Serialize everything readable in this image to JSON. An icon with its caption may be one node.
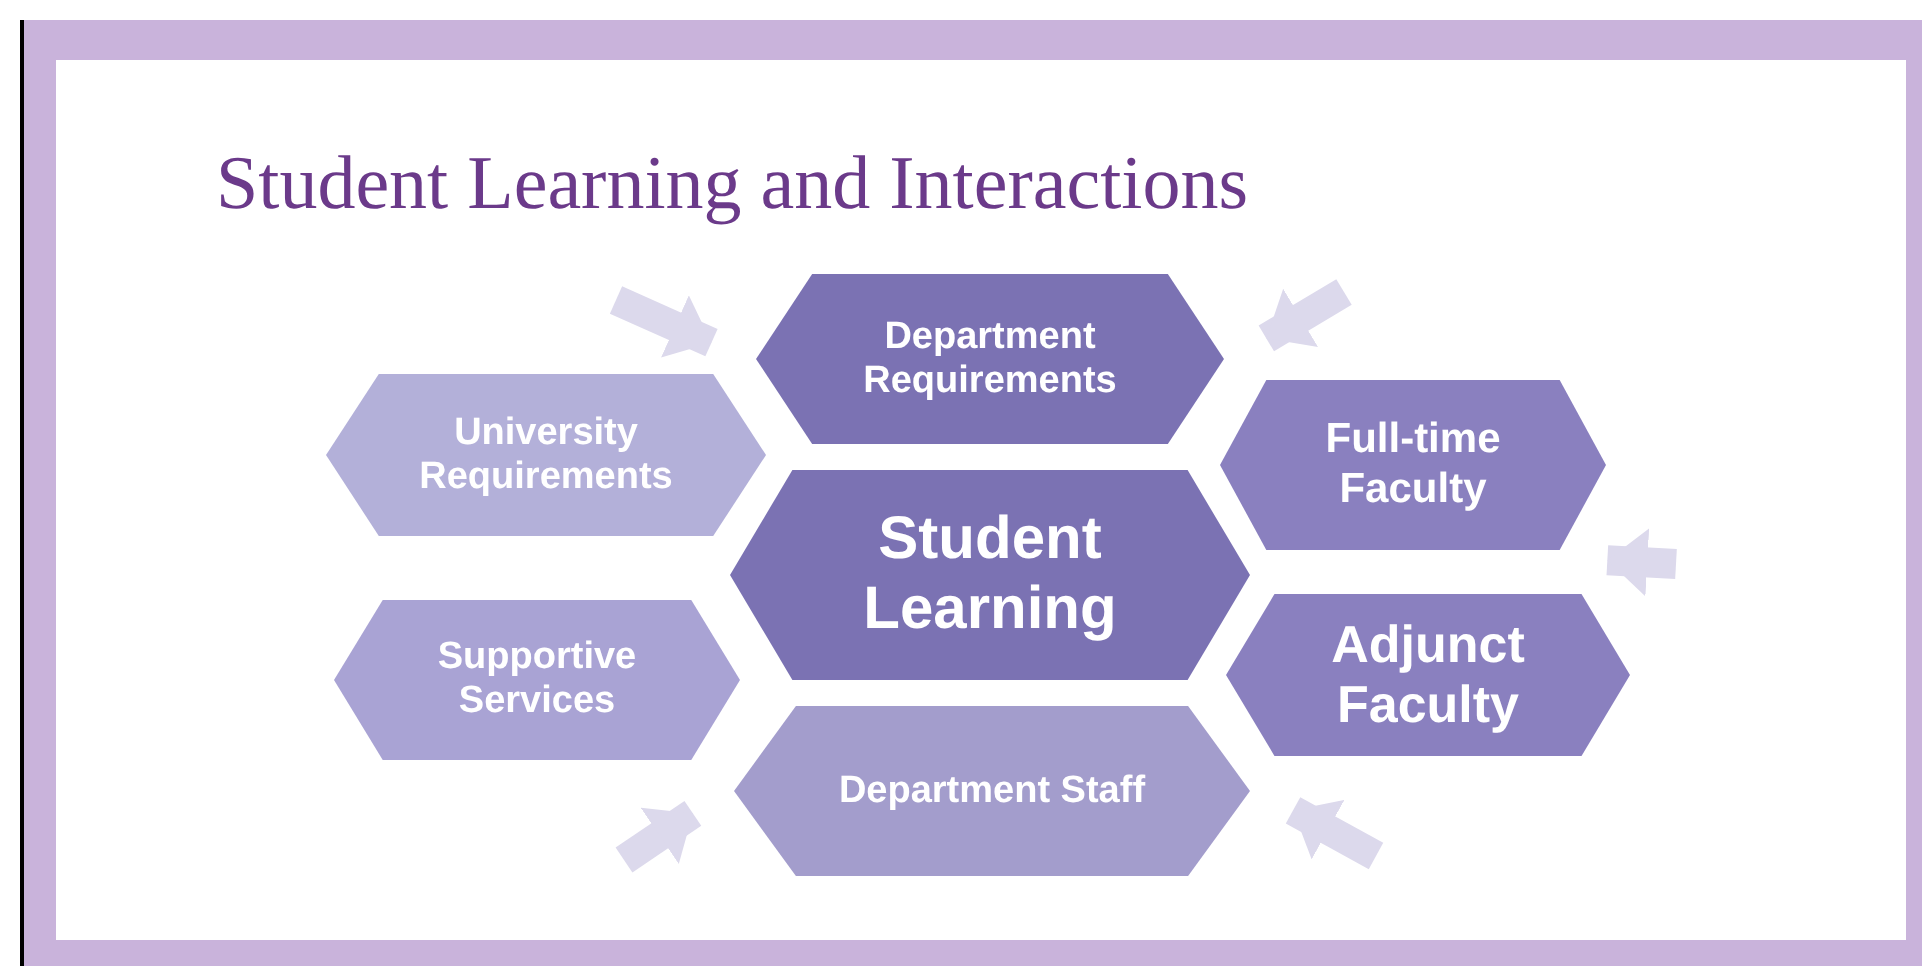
{
  "diagram": {
    "title": "Student Learning and Interactions",
    "nodes": [
      {
        "text": [
          "Department Requirements"
        ]
      },
      {
        "text": [
          "University Requirements"
        ]
      },
      {
        "text": [
          "Full-time Faculty"
        ]
      },
      {
        "text": [
          "Student Learning"
        ]
      },
      {
        "text": [
          "Supportive Services"
        ]
      },
      {
        "text": [
          "Adjunct Faculty"
        ]
      },
      {
        "text": [
          "Department Staff"
        ]
      }
    ],
    "edges": [
      {
        "from": null,
        "to": 0,
        "arrow": "to"
      },
      {
        "from": null,
        "to": 0,
        "arrow": "to"
      },
      {
        "from": null,
        "to": 2,
        "arrow": "to"
      },
      {
        "from": null,
        "to": 6,
        "arrow": "to"
      },
      {
        "from": null,
        "to": 6,
        "arrow": "to"
      }
    ]
  }
}
